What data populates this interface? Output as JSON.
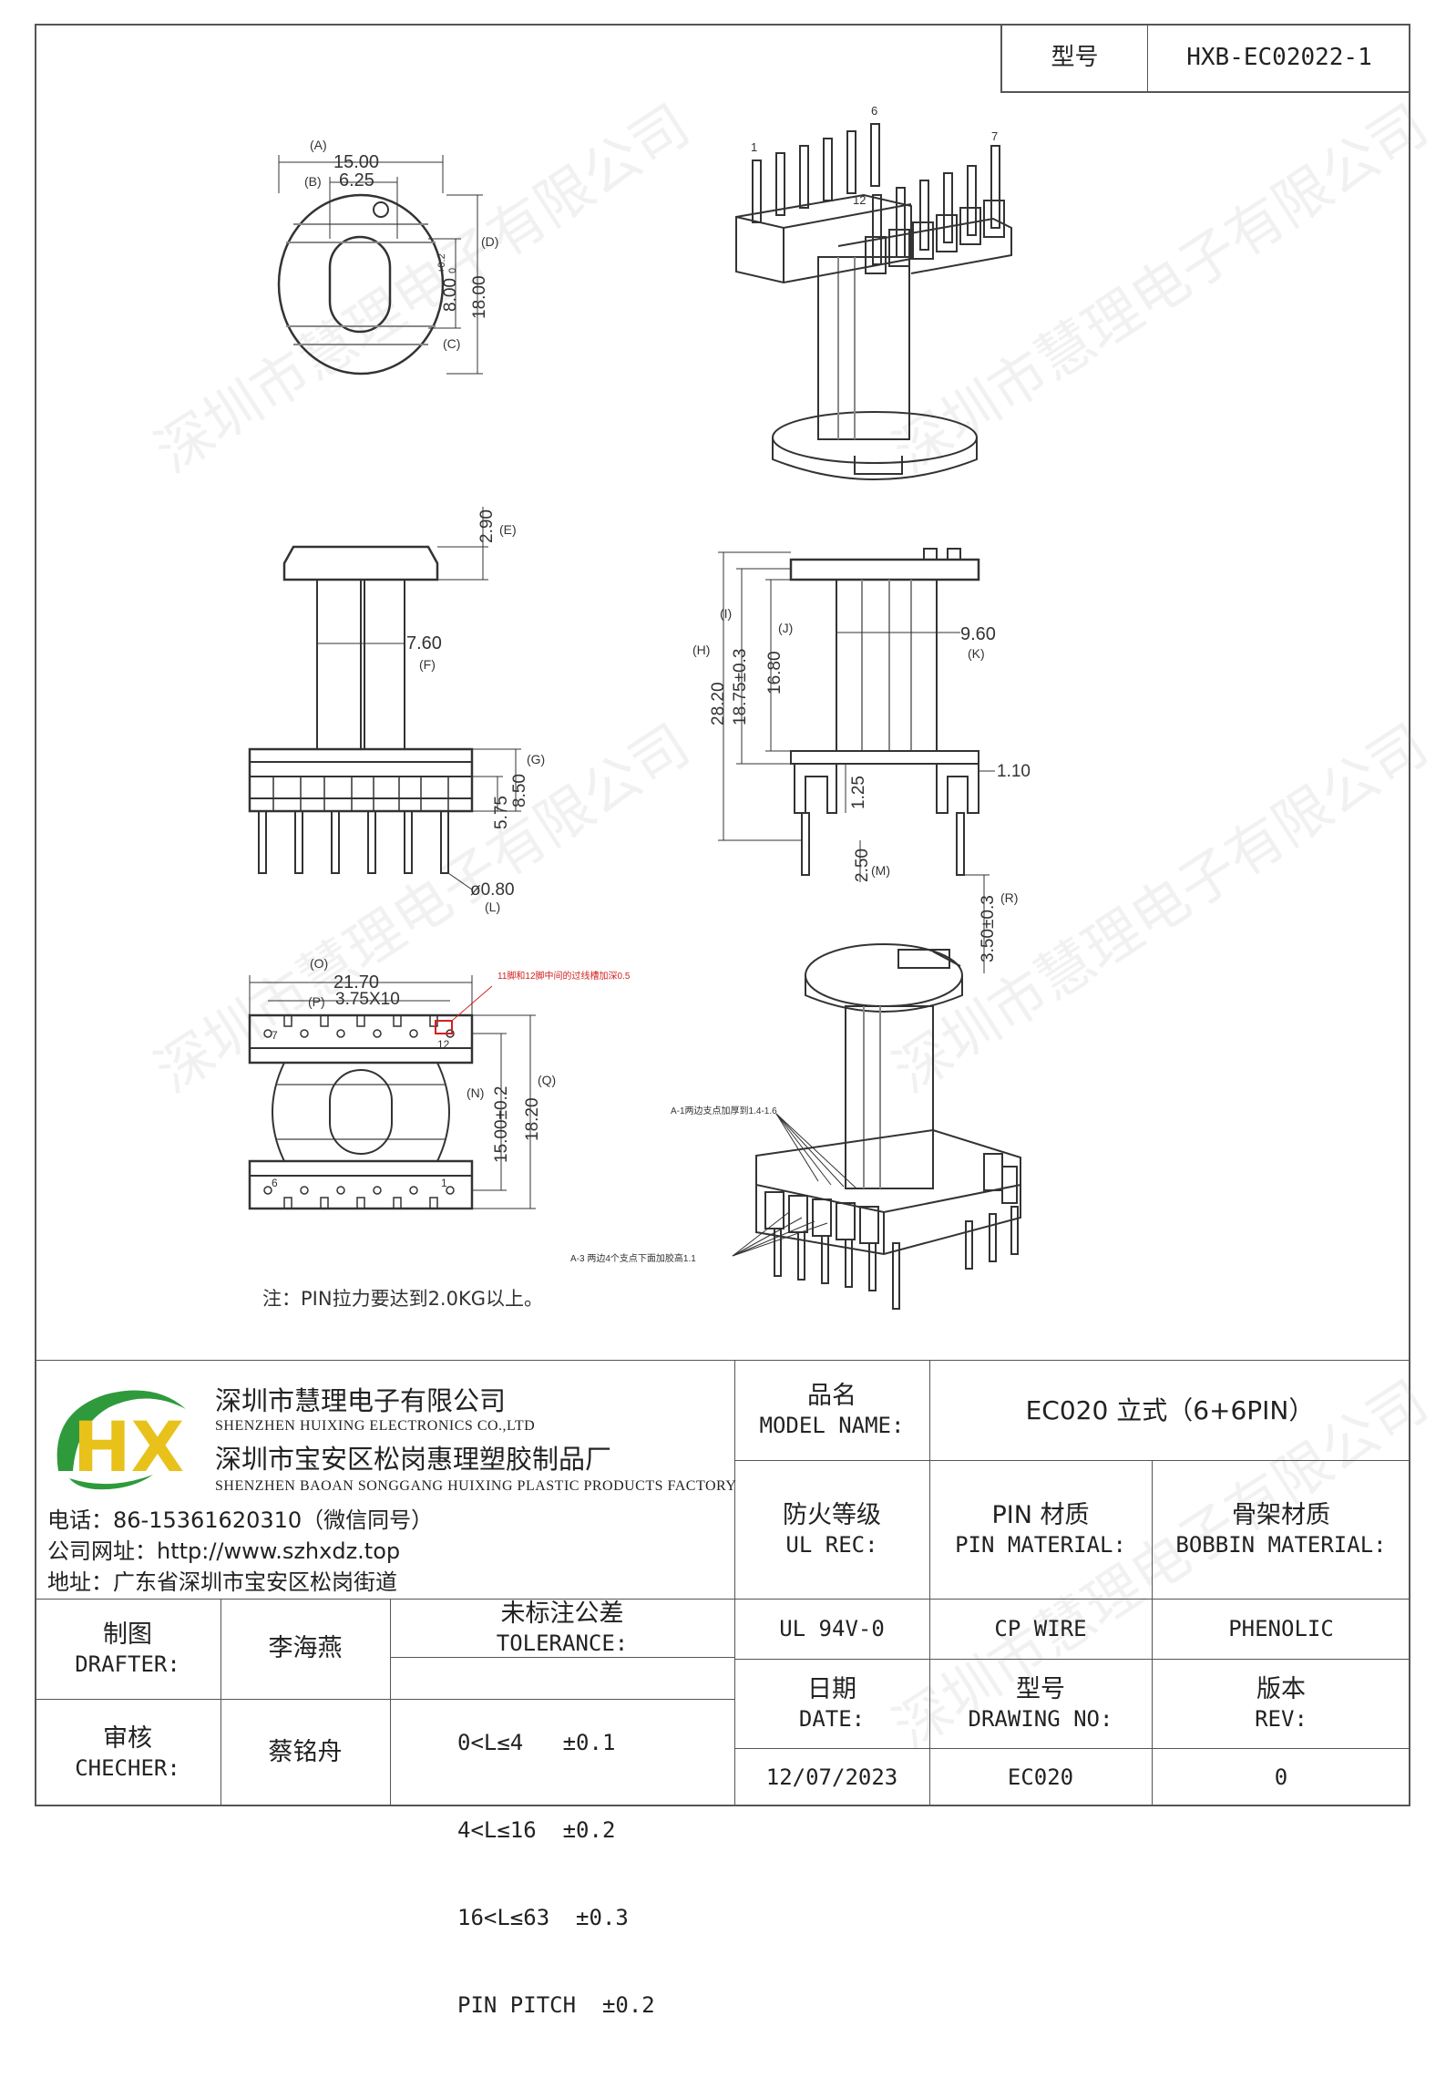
{
  "header": {
    "model_label": "型号",
    "model_value": "HXB-EC02022-1"
  },
  "drawing": {
    "dims": {
      "A": "(A)",
      "B": "(B)",
      "C": "(C)",
      "D": "(D)",
      "E": "(E)",
      "F": "(F)",
      "G": "(G)",
      "H": "(H)",
      "I": "(I)",
      "J": "(J)",
      "K": "(K)",
      "L": "(L)",
      "M": "(M)",
      "N": "(N)",
      "O": "(O)",
      "P": "(P)",
      "Q": "(Q)",
      "R": "(R)",
      "a_val": "15.00",
      "b_val": "6.25",
      "c_val": "8.00",
      "c_tol": "+0.2",
      "c_tol2": "0",
      "d_val": "18.00",
      "e_val": "2.90",
      "f_val": "7.60",
      "g_val": "8.50",
      "g2_val": "5.75",
      "l_val": "ø0.80",
      "h_val": "28.20",
      "i_val": "18.75±0.3",
      "j_val": "16.80",
      "k_val": "9.60",
      "k2_val": "1.10",
      "m_val": "1.25",
      "m2_val": "2.50",
      "r_val": "3.50±0.3",
      "o_val": "21.70",
      "p_val": "3.75X10",
      "n_val": "15.00±0.2",
      "q_val": "18.20"
    },
    "pins": {
      "p1": "1",
      "p6": "6",
      "p7": "7",
      "p12": "12"
    },
    "bottom_pins": {
      "b7": "7",
      "b12": "12",
      "b6": "6",
      "b1": "1"
    },
    "red_note": "11脚和12脚中间的过线槽加深0.5",
    "callout_a1": "A-1两边支点加厚到1.4-1.6",
    "callout_a3": "A-3 两边4个支点下面加胶高1.1",
    "pin_note": "注：PIN拉力要达到2.0KG以上。"
  },
  "title_block": {
    "logo_text": "HX",
    "company_cn": "深圳市慧理电子有限公司",
    "company_en": "SHENZHEN HUIXING ELECTRONICS CO.,LTD",
    "factory_cn": "深圳市宝安区松岗惠理塑胶制品厂",
    "factory_en": "SHENZHEN BAOAN SONGGANG HUIXING PLASTIC PRODUCTS FACTORY",
    "phone": "电话：86-15361620310（微信同号）",
    "website": "公司网址：http://www.szhxdz.top",
    "address": "地址：广东省深圳市宝安区松岗街道",
    "model_name_cn": "品名",
    "model_name_en": "MODEL NAME:",
    "model_name_value": "EC020 立式（6+6PIN）",
    "ul_cn": "防火等级",
    "ul_en": "UL REC:",
    "pin_mat_cn": "PIN 材质",
    "pin_mat_en": "PIN MATERIAL:",
    "bobbin_mat_cn": "骨架材质",
    "bobbin_mat_en": "BOBBIN MATERIAL:",
    "drafter_cn": "制图",
    "drafter_en": "DRAFTER:",
    "drafter_name": "李海燕",
    "tolerance_cn": "未标注公差",
    "tolerance_en": "TOLERANCE:",
    "ul_value": "UL 94V-0",
    "pin_value": "CP WIRE",
    "bobbin_value": "PHENOLIC",
    "checker_cn": "审核",
    "checker_en": "CHECHER:",
    "checker_name": "蔡铭舟",
    "tolerance_lines": [
      "0<L≤4   ±0.1",
      "4<L≤16  ±0.2",
      "16<L≤63  ±0.3",
      "PIN PITCH  ±0.2"
    ],
    "date_cn": "日期",
    "date_en": "DATE:",
    "drawing_no_cn": "型号",
    "drawing_no_en": "DRAWING NO:",
    "rev_cn": "版本",
    "rev_en": "REV:",
    "date_value": "12/07/2023",
    "drawing_no_value": "EC020",
    "rev_value": "0"
  },
  "watermark": "深圳市慧理电子有限公司",
  "colors": {
    "line": "#555555",
    "logo_green": "#2e9a3c",
    "logo_yellow": "#e8c21a",
    "red": "#d42020"
  }
}
